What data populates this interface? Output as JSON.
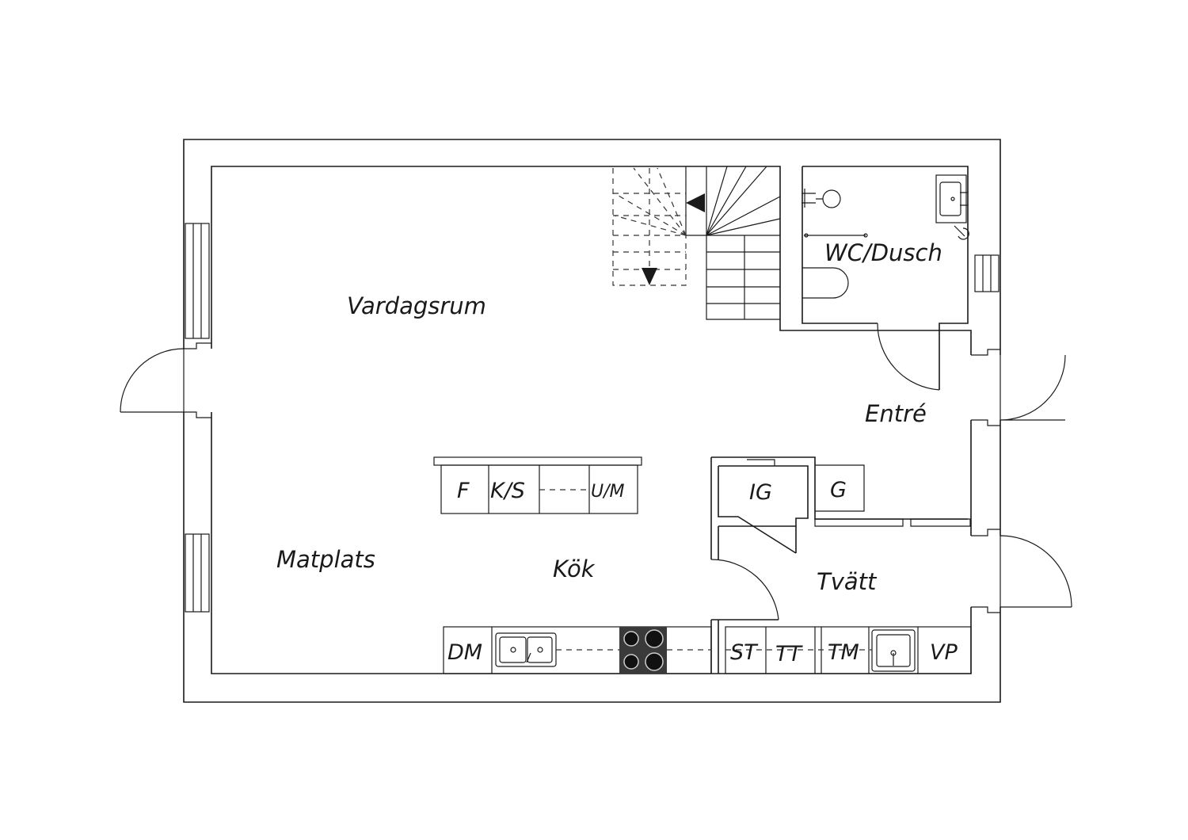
{
  "rooms": {
    "vardagsrum": "Vardagsrum",
    "wc_dusch": "WC/Dusch",
    "entre": "Entré",
    "matplats": "Matplats",
    "kok": "Kök",
    "tvatt": "Tvätt"
  },
  "appliances": {
    "f": "F",
    "ks": "K/S",
    "um": "U/M",
    "ig": "IG",
    "g": "G",
    "dm": "DM",
    "st": "ST",
    "tt": "TT",
    "tm": "TM",
    "vp": "VP"
  },
  "colors": {
    "line": "#1a1a1a",
    "hob": "#3a3a3a"
  }
}
